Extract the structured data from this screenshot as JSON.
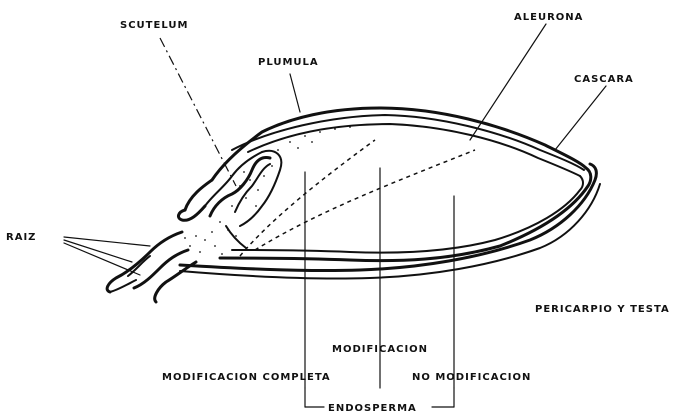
{
  "labels": {
    "scutelum": "SCUTELUM",
    "plumula": "PLUMULA",
    "aleurona": "ALEURONA",
    "cascara": "CASCARA",
    "raiz": "RAIZ",
    "pericarpio_testa": "PERICARPIO Y TESTA",
    "modificacion": "MODIFICACION",
    "modificacion_completa": "MODIFICACION COMPLETA",
    "no_modificacion": "NO MODIFICACION",
    "endosperma": "ENDOSPERMA"
  },
  "colors": {
    "ink": "#111111",
    "background": "#ffffff"
  }
}
